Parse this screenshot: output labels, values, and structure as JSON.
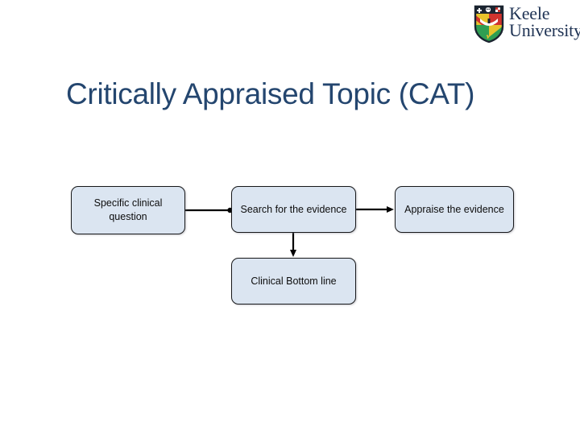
{
  "slide": {
    "background_color": "#ffffff",
    "title": "Critically Appraised Topic (CAT)",
    "title_color": "#24466f"
  },
  "logo": {
    "name": "keele-university-logo",
    "line1": "Keele",
    "line2": "University",
    "text_color": "#1f3354",
    "shield": {
      "name": "keele-shield-crest",
      "border_color": "#1b2430",
      "colors": {
        "green": "#2f9e52",
        "red": "#d1332e",
        "gold": "#e8c32b",
        "dark": "#1b2430",
        "white": "#ffffff"
      }
    }
  },
  "diagram": {
    "type": "flowchart",
    "node_fill": "#dbe5f1",
    "node_border": "#17181a",
    "connector_color": "#000000",
    "nodes": [
      {
        "id": "question",
        "label": "Specific clinical question"
      },
      {
        "id": "search",
        "label": "Search for the evidence"
      },
      {
        "id": "appraise",
        "label": "Appraise the evidence"
      },
      {
        "id": "bottom",
        "label": "Clinical Bottom line"
      }
    ],
    "edges": [
      {
        "from": "question",
        "to": "search",
        "direction": "right",
        "arrowhead": "dot"
      },
      {
        "from": "search",
        "to": "appraise",
        "direction": "right",
        "arrowhead": "triangle"
      },
      {
        "from": "search",
        "to": "bottom",
        "direction": "down",
        "arrowhead": "triangle"
      }
    ]
  }
}
